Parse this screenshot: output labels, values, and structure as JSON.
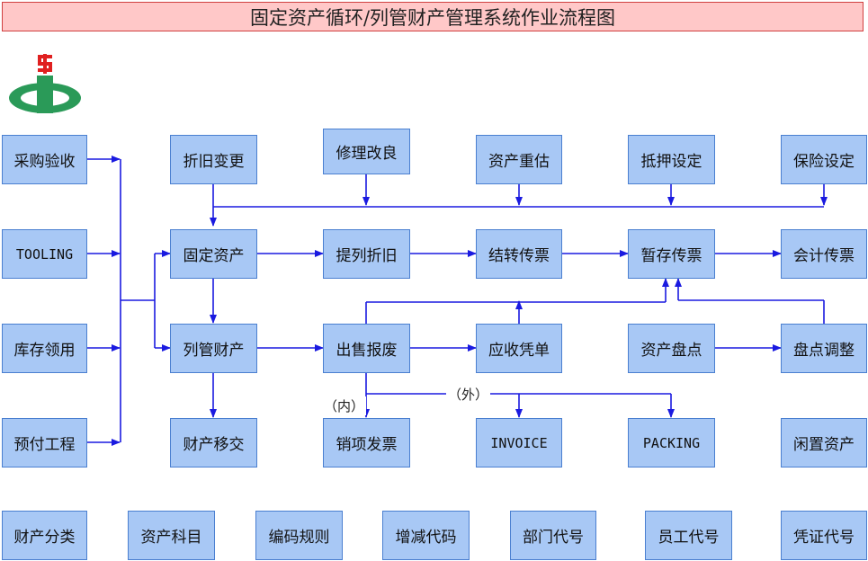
{
  "title": "固定资产循环/列管财产管理系统作业流程图",
  "logo": {
    "glyph": "$",
    "colors": {
      "symbol": "#e02020",
      "ring": "#2a9a58"
    }
  },
  "colors": {
    "box_fill": "#a8c8f5",
    "box_border": "#4a7fd0",
    "line": "#1a1ae0"
  },
  "nodes": {
    "purchase_accept": "采购验收",
    "tooling": "TOOLING",
    "stock_issue": "库存领用",
    "prepaid_project": "预付工程",
    "depreciation_change": "折旧变更",
    "repair_improve": "修理改良",
    "revaluation": "资产重估",
    "mortgage_setup": "抵押设定",
    "insurance_setup": "保险设定",
    "fixed_asset": "固定资产",
    "accrue_depreciation": "提列折旧",
    "transfer_voucher": "结转传票",
    "temp_voucher": "暂存传票",
    "accounting_voucher": "会计传票",
    "managed_property": "列管财产",
    "sale_scrap": "出售报废",
    "receivable_voucher": "应收凭单",
    "asset_inventory": "资产盘点",
    "inventory_adjust": "盘点调整",
    "property_transfer": "财产移交",
    "sales_invoice": "销项发票",
    "invoice": "INVOICE",
    "packing": "PACKING",
    "idle_asset": "闲置资产",
    "property_category": "财产分类",
    "asset_account": "资产科目",
    "coding_rule": "编码规则",
    "add_reduce_code": "增减代码",
    "dept_code": "部门代号",
    "staff_code": "员工代号",
    "voucher_code": "凭证代号"
  },
  "notes": {
    "internal": "（内）",
    "external": "（外）"
  }
}
